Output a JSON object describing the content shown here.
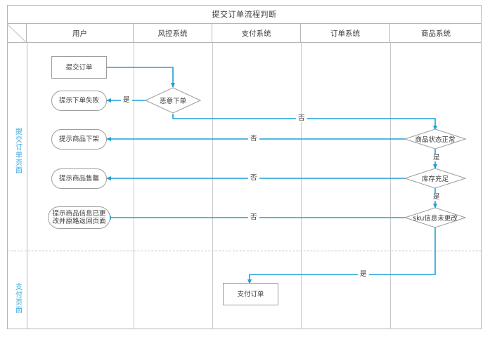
{
  "diagram": {
    "title": "提交订单流程判断",
    "accent_color": "#1f9fd8",
    "border_color": "#b5b5b5",
    "node_border_color": "#9e9e9e",
    "lane_label_color": "#3aa8dd",
    "columns": [
      {
        "id": "corner",
        "label": ""
      },
      {
        "id": "user",
        "label": "用户"
      },
      {
        "id": "risk",
        "label": "风控系统"
      },
      {
        "id": "pay",
        "label": "支付系统"
      },
      {
        "id": "order",
        "label": "订单系统"
      },
      {
        "id": "product",
        "label": "商品系统"
      }
    ],
    "lanes": [
      {
        "id": "submit-order-page",
        "label": "提交订单页面"
      },
      {
        "id": "payment-page",
        "label": "支付页面"
      }
    ],
    "nodes": [
      {
        "id": "submit-order",
        "shape": "rect",
        "label": "提交订单"
      },
      {
        "id": "tip-order-failed",
        "shape": "round",
        "label": "提示下单失败"
      },
      {
        "id": "tip-product-removed",
        "shape": "round",
        "label": "提示商品下架"
      },
      {
        "id": "tip-product-soldout",
        "shape": "round",
        "label": "提示商品售罄"
      },
      {
        "id": "tip-product-changed",
        "shape": "round",
        "label": "提示商品信息已更改并原路返回页面"
      },
      {
        "id": "malicious-order",
        "shape": "diamond",
        "label": "恶意下单"
      },
      {
        "id": "product-status-ok",
        "shape": "diamond",
        "label": "商品状态正常"
      },
      {
        "id": "stock-enough",
        "shape": "diamond",
        "label": "库存充足"
      },
      {
        "id": "sku-unchanged",
        "shape": "diamond",
        "label": "sku信息未更改"
      },
      {
        "id": "pay-order",
        "shape": "rect",
        "label": "支付订单"
      }
    ],
    "edge_labels": {
      "malicious_yes": "是",
      "malicious_no": "否",
      "product_status_no": "否",
      "product_status_yes": "是",
      "stock_no": "否",
      "stock_yes": "是",
      "sku_no": "否",
      "sku_yes": "是"
    }
  }
}
